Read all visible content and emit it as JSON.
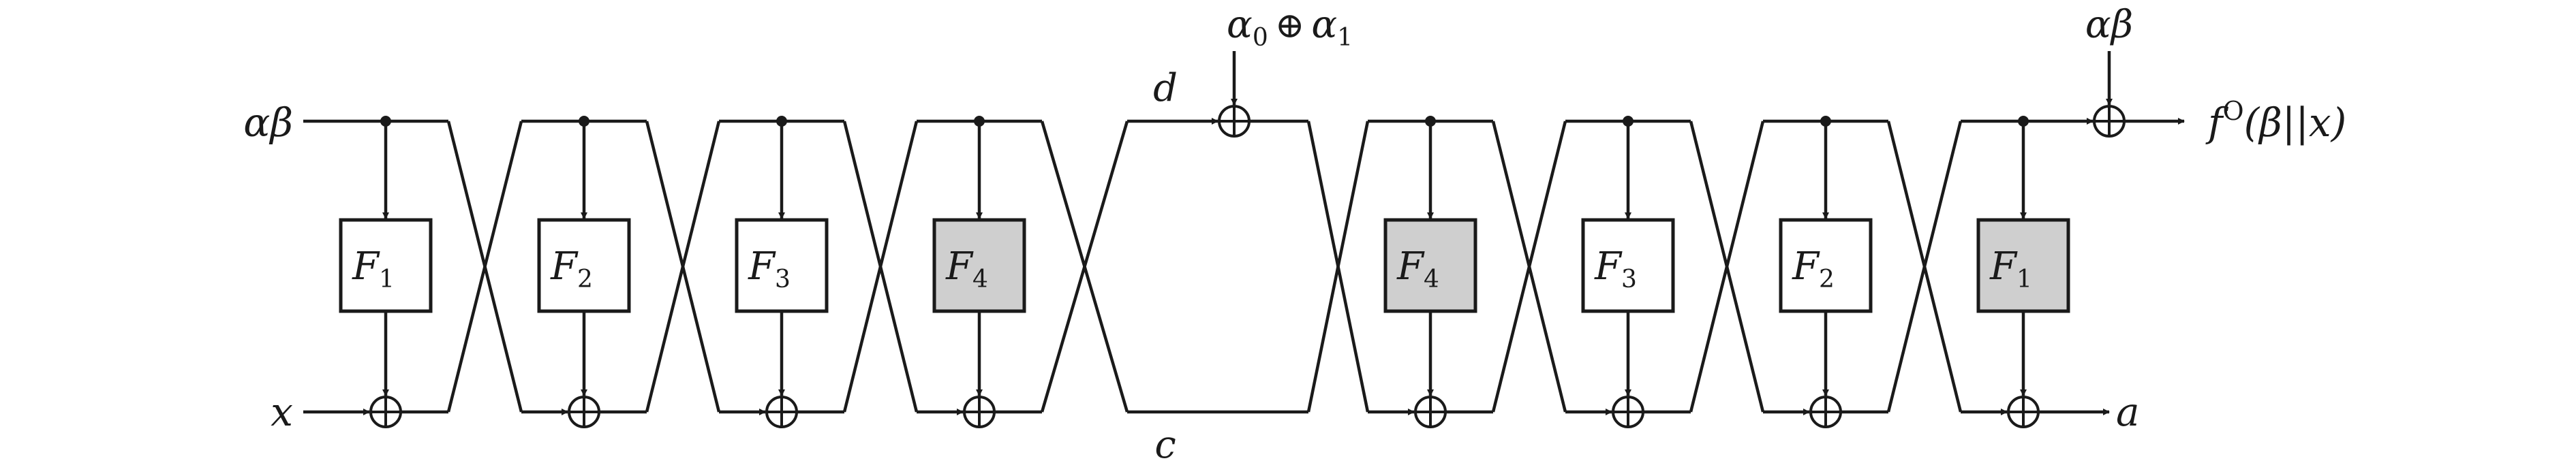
{
  "colors": {
    "stroke": "#1a1a1a",
    "box_fill": "#ffffff",
    "box_fill_highlight": "#cfcfcf"
  },
  "inputs": {
    "top": "αβ",
    "bottom": "x"
  },
  "labels": {
    "d": "d",
    "c": "c",
    "middle_xor_input_main": "α",
    "middle_xor_input_sub1": "0",
    "middle_xor_op": "⊕",
    "middle_xor_input_main2": "α",
    "middle_xor_input_sub2": "1",
    "final_xor_input": "αβ",
    "output_top_f": "f",
    "output_top_sup": "O",
    "output_top_args": "(β||x)",
    "output_bottom": "a"
  },
  "rounds": [
    {
      "name": "F",
      "sub": "1",
      "highlight": false
    },
    {
      "name": "F",
      "sub": "2",
      "highlight": false
    },
    {
      "name": "F",
      "sub": "3",
      "highlight": false
    },
    {
      "name": "F",
      "sub": "4",
      "highlight": true
    },
    {
      "name": "F",
      "sub": "4",
      "highlight": true
    },
    {
      "name": "F",
      "sub": "3",
      "highlight": false
    },
    {
      "name": "F",
      "sub": "2",
      "highlight": false
    },
    {
      "name": "F",
      "sub": "1",
      "highlight": true
    }
  ]
}
